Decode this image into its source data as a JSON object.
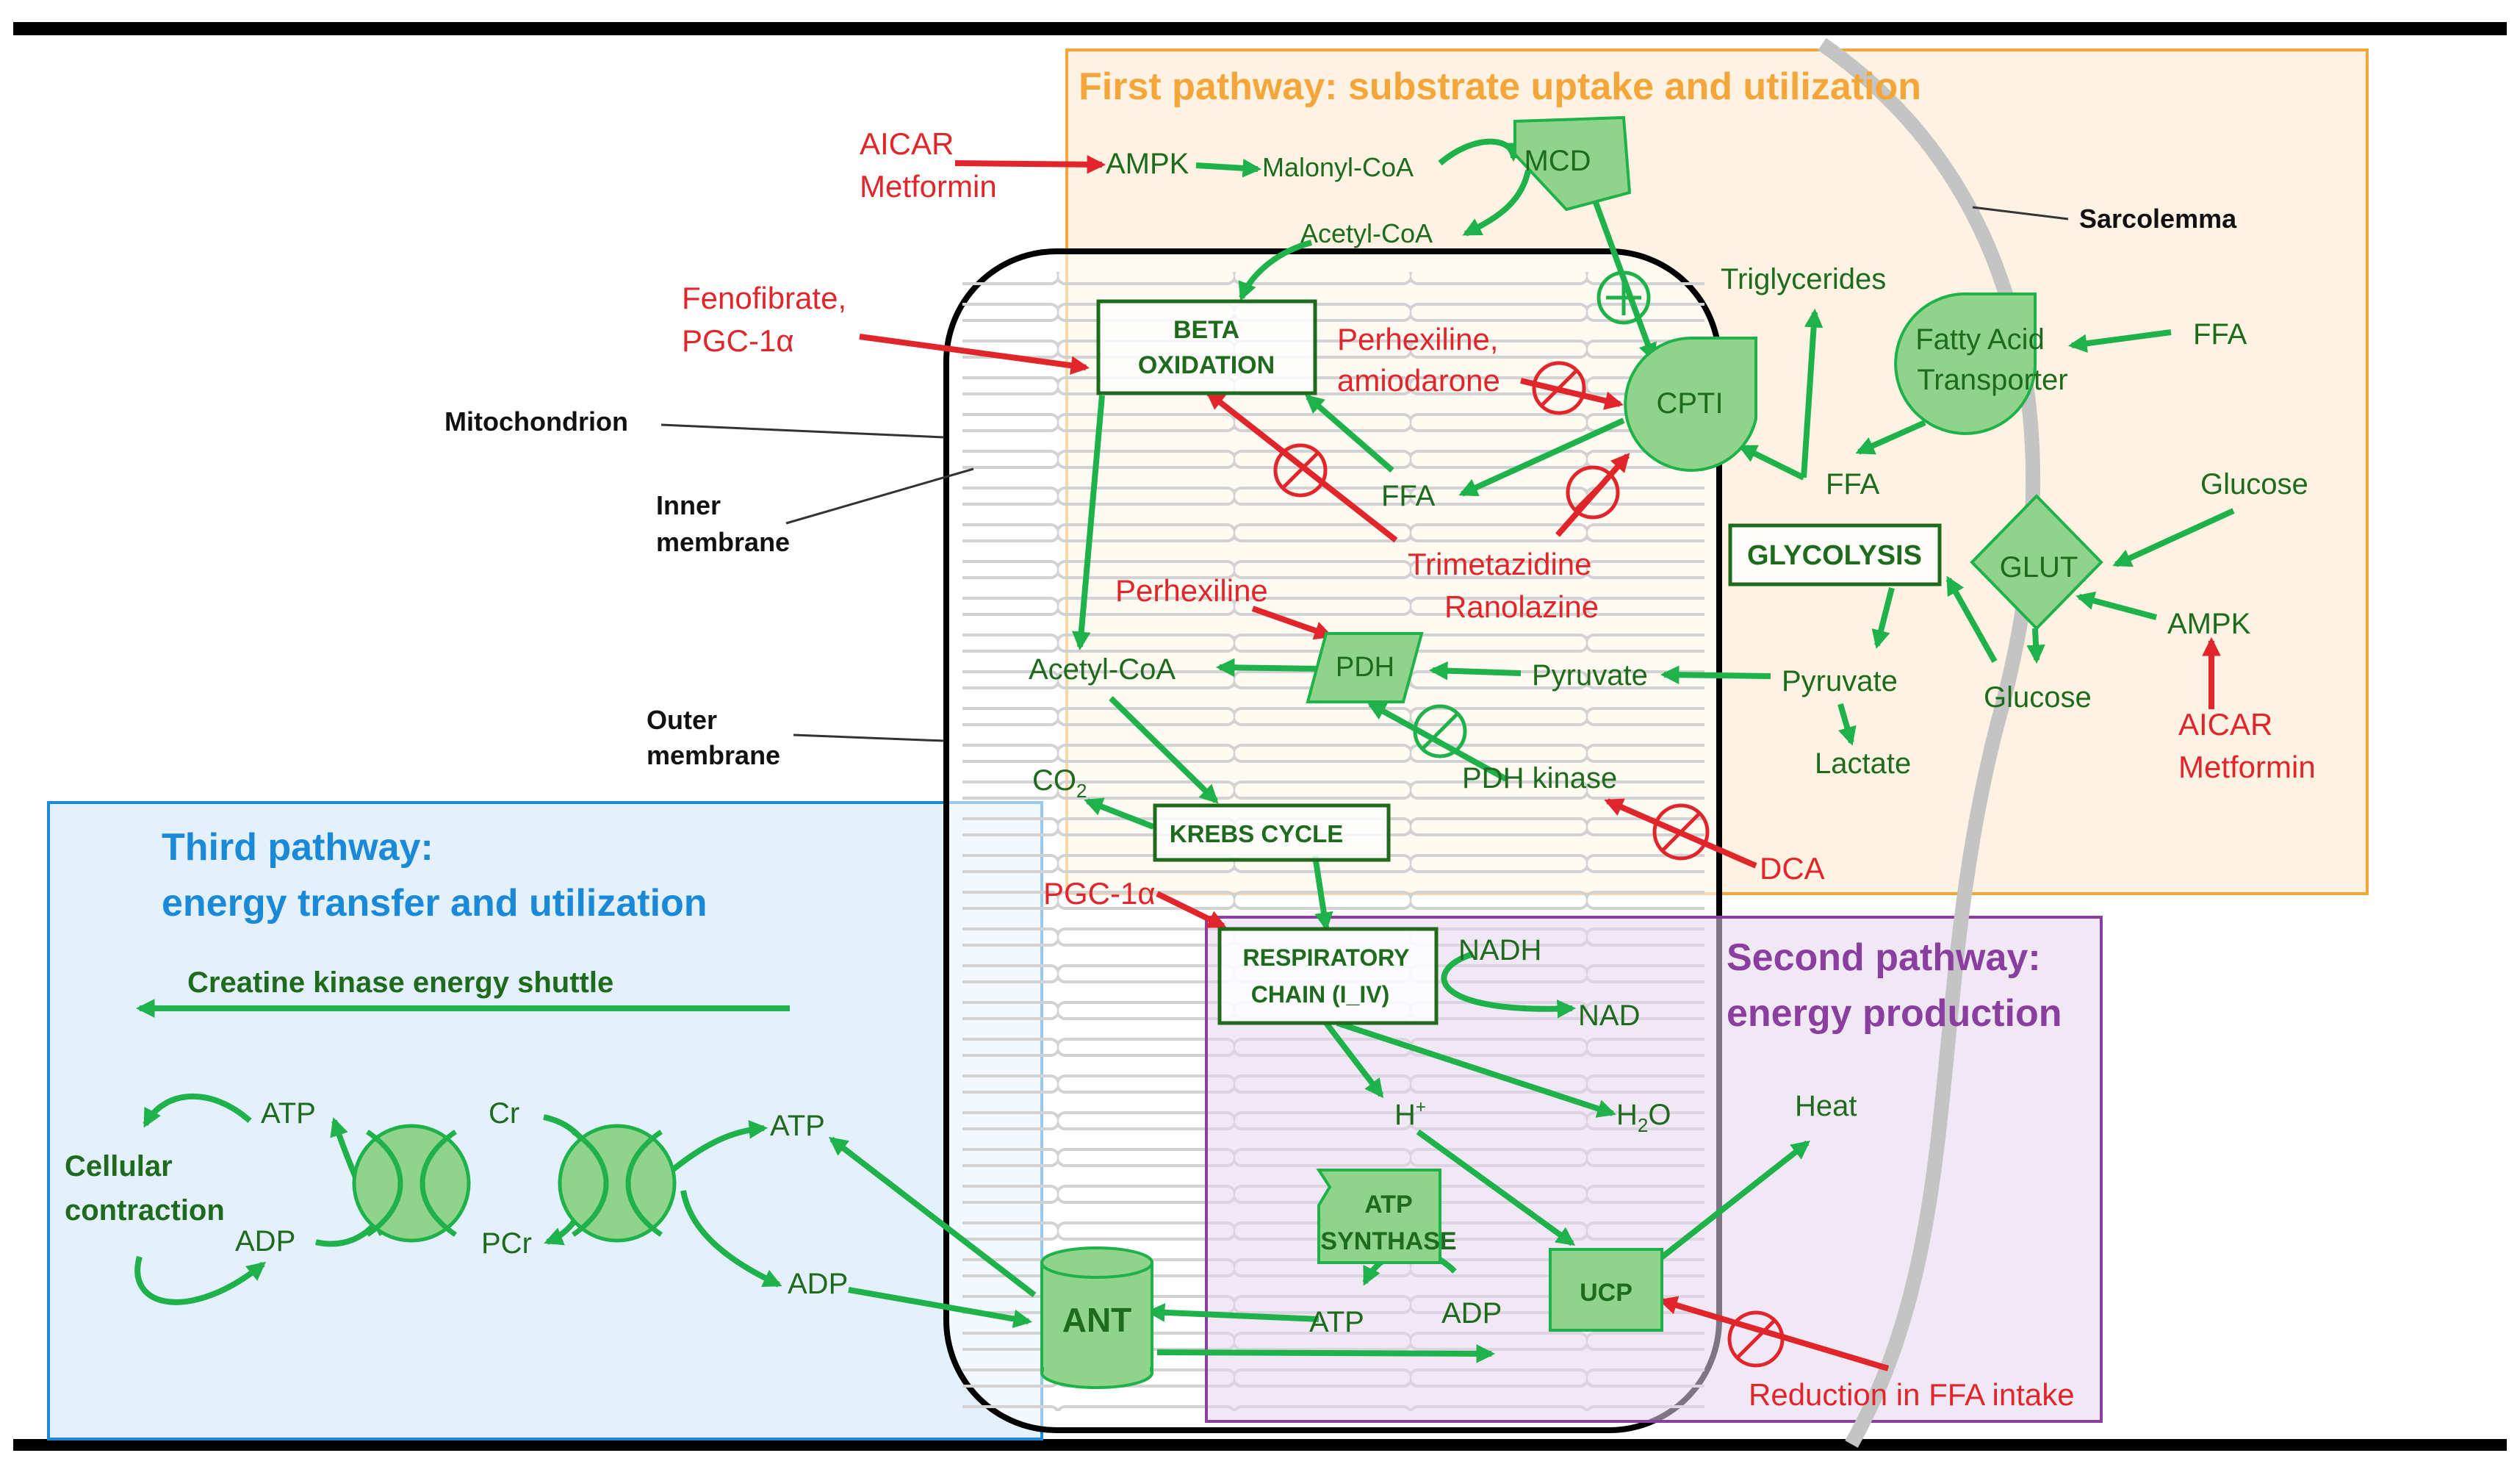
{
  "colors": {
    "green_arrow": "#1fb24a",
    "green_fill": "#8fd48a",
    "green_text": "#1e6b1e",
    "drug_red": "#e0262b",
    "orange_box": "#f4a63a",
    "purple_box": "#8a3ea0",
    "blue_box": "#1a8ad8"
  },
  "pathways": {
    "first": "First pathway: substrate uptake and utilization",
    "second_1": "Second pathway:",
    "second_2": "energy production",
    "third_1": "Third pathway:",
    "third_2": "energy transfer and utilization"
  },
  "structures": {
    "sarcolemma": "Sarcolemma",
    "mitochondrion": "Mitochondrion",
    "inner_1": "Inner",
    "inner_2": "membrane",
    "outer_1": "Outer",
    "outer_2": "membrane"
  },
  "boxes": {
    "beta_1": "BETA",
    "beta_2": "OXIDATION",
    "glycolysis": "GLYCOLYSIS",
    "krebs": "KREBS CYCLE",
    "resp_1": "RESPIRATORY",
    "resp_2": "CHAIN (I_IV)"
  },
  "shapes": {
    "mcd": "MCD",
    "cpt": "CPTI",
    "fat_1": "Fatty Acid",
    "fat_2": "Transporter",
    "glut": "GLUT",
    "pdh": "PDH",
    "atps_1": "ATP",
    "atps_2": "SYNTHASE",
    "ucp": "UCP",
    "ant": "ANT"
  },
  "metabolites": {
    "ampk_top": "AMPK",
    "malonyl": "Malonyl-CoA",
    "acetyl_top": "Acetyl-CoA",
    "triglycerides": "Triglycerides",
    "ffa_out": "FFA",
    "ffa_mid": "FFA",
    "ffa_in": "FFA",
    "glucose_out": "Glucose",
    "glucose_in": "Glucose",
    "ampk_right": "AMPK",
    "pyruvate_out": "Pyruvate",
    "lactate": "Lactate",
    "pyruvate_in": "Pyruvate",
    "acetyl_mid": "Acetyl-CoA",
    "pdh_kinase": "PDH kinase",
    "co2": "CO",
    "co2_sub": "2",
    "nadh": "NADH",
    "nad": "NAD",
    "hplus": "H",
    "hplus_sup": "+",
    "h2o_1": "H",
    "h2o_sub": "2",
    "h2o_2": "O",
    "heat": "Heat",
    "atp_bottom": "ATP",
    "adp_bottom": "ADP",
    "atp_shuttle": "ATP",
    "adp_shuttle": "ADP",
    "atp_left": "ATP",
    "adp_left": "ADP",
    "cr": "Cr",
    "pcr": "PCr",
    "cell_1": "Cellular",
    "cell_2": "contraction",
    "ck_shuttle": "Creatine kinase energy shuttle"
  },
  "drugs": {
    "aicar_top_1": "AICAR",
    "aicar_top_2": "Metformin",
    "fenofibrate_1": "Fenofibrate,",
    "fenofibrate_2": "PGC-1α",
    "perhexiline_1": "Perhexiline,",
    "perhexiline_2": "amiodarone",
    "trimetazidine_1": "Trimetazidine",
    "trimetazidine_2": "Ranolazine",
    "perhexiline_pdh": "Perhexiline",
    "pgc": "PGC-1α",
    "dca": "DCA",
    "aicar_right_1": "AICAR",
    "aicar_right_2": "Metformin",
    "ffa_reduction": "Reduction in FFA intake"
  }
}
